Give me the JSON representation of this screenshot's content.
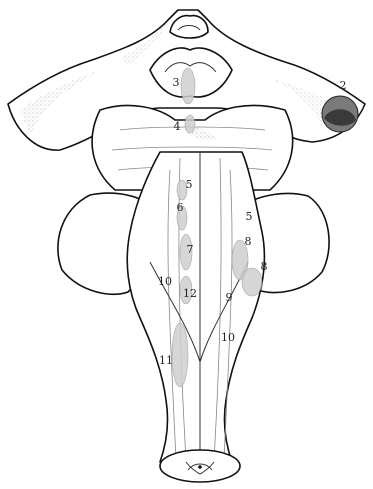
{
  "figure": {
    "labels": [
      {
        "id": "n2",
        "text": "2"
      },
      {
        "id": "n3",
        "text": "3"
      },
      {
        "id": "n4",
        "text": "4"
      },
      {
        "id": "n5-left",
        "text": "5"
      },
      {
        "id": "n6",
        "text": "6"
      },
      {
        "id": "n7",
        "text": "7"
      },
      {
        "id": "n10-left",
        "text": "10"
      },
      {
        "id": "n12",
        "text": "12"
      },
      {
        "id": "n11",
        "text": "11"
      },
      {
        "id": "n5-right",
        "text": "5"
      },
      {
        "id": "n8-upper",
        "text": "8"
      },
      {
        "id": "n8-lower",
        "text": "8"
      },
      {
        "id": "n9",
        "text": "9"
      },
      {
        "id": "n10-right",
        "text": "10"
      }
    ]
  }
}
